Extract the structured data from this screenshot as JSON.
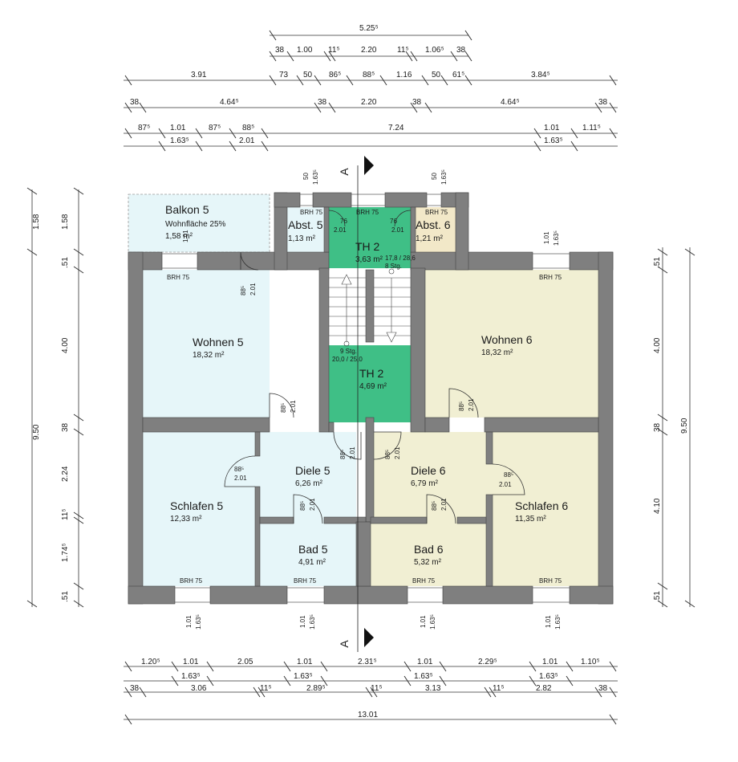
{
  "colors": {
    "apartment_5": "#e6f6f9",
    "apartment_6": "#f1efd3",
    "stairwell": "#3fbf86",
    "storage_6": "#f2e8c8",
    "wall": "#7f7f7f"
  },
  "rooms": {
    "balkon5": {
      "name": "Balkon 5",
      "note": "Wohnfläche  25%",
      "area": "1,58 m²"
    },
    "abst5": {
      "name": "Abst. 5",
      "area": "1,13 m²"
    },
    "abst6": {
      "name": "Abst. 6",
      "area": "1,21 m²"
    },
    "th2_upper": {
      "name": "TH 2",
      "area": "3,63 m²"
    },
    "th2_lower": {
      "name": "TH 2",
      "area": "4,69 m²"
    },
    "wohnen5": {
      "name": "Wohnen 5",
      "area": "18,32 m²"
    },
    "wohnen6": {
      "name": "Wohnen 6",
      "area": "18,32 m²"
    },
    "diele5": {
      "name": "Diele 5",
      "area": "6,26 m²"
    },
    "diele6": {
      "name": "Diele 6",
      "area": "6,79 m²"
    },
    "schlafen5": {
      "name": "Schlafen 5",
      "area": "12,33 m²"
    },
    "schlafen6": {
      "name": "Schlafen 6",
      "area": "11,35 m²"
    },
    "bad5": {
      "name": "Bad 5",
      "area": "4,91 m²"
    },
    "bad6": {
      "name": "Bad 6",
      "area": "5,32 m²"
    }
  },
  "stairs": {
    "upper_note_1": "17,8 / 28,6",
    "upper_note_2": "8 Stg.",
    "lower_note_1": "9 Stg.",
    "lower_note_2": "20,0 / 25,0"
  },
  "section_label": "A",
  "brh": "BRH 75",
  "door_labels": {
    "width": "88⁵",
    "height": "2.01",
    "small_width": "76"
  },
  "window_labels": {
    "width": "1.01",
    "height": "1.63⁵",
    "small_width": "50"
  },
  "top_dims": {
    "row1": [
      "5.25⁵"
    ],
    "row2": [
      "38",
      "1.00",
      "11⁵",
      "2.20",
      "11⁵",
      "1.06⁵",
      "38"
    ],
    "row3": [
      "3.91",
      "73",
      "50",
      "86⁵",
      "88⁵",
      "1.16",
      "50",
      "61⁵",
      "3.84⁵"
    ],
    "row4": [
      "38",
      "4.64⁵",
      "38",
      "2.20",
      "38",
      "4.64⁵",
      "38"
    ],
    "row5": [
      "87⁵",
      "1.01",
      "87⁵",
      "88⁵",
      "7.24",
      "1.01",
      "1.11⁵"
    ],
    "row5_sub": [
      "1.63⁵",
      "2.01",
      "1.63⁵"
    ]
  },
  "bottom_dims": {
    "row1": [
      "1.20⁵",
      "1.01",
      "2.05",
      "1.01",
      "2.31⁵",
      "1.01",
      "2.29⁵",
      "1.01",
      "1.10⁵"
    ],
    "row1_sub": [
      "1.63⁵",
      "1.63⁵",
      "1.63⁵",
      "1.63⁵"
    ],
    "row2": [
      "38",
      "3.06",
      "11⁵",
      "2.89⁵",
      "11⁵",
      "3.13",
      "11⁵",
      "2.82",
      "38"
    ],
    "row3": [
      "13.01"
    ]
  },
  "left_dims": {
    "outer": [
      "1.58",
      "9.50"
    ],
    "inner": [
      "1.58",
      ".51",
      "4.00",
      "38",
      "2.24",
      "11⁵",
      "1.74⁵",
      ".51"
    ]
  },
  "right_dims": {
    "outer": [
      "9.50"
    ],
    "inner": [
      ".51",
      "4.00",
      "38",
      "4.10",
      ".51"
    ]
  }
}
